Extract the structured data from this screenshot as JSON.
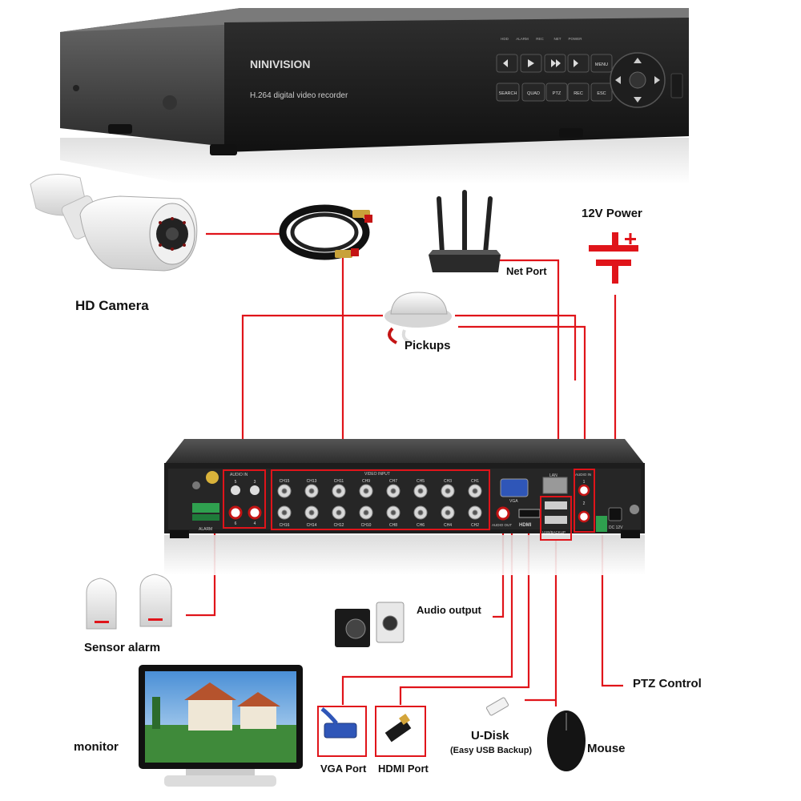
{
  "dvr": {
    "brand": "NINIVISION",
    "subtitle": "H.264 digital video recorder",
    "front_buttons": [
      "SEARCH",
      "QUAD",
      "PTZ",
      "REC",
      "ESC",
      "MENU"
    ],
    "front_leds": [
      "HDD",
      "ALARM",
      "REC",
      "NET",
      "POWER"
    ]
  },
  "rear_panel": {
    "audio_in_left": "AUDIO IN",
    "video_input": "VIDEO INPUT",
    "channels_top": [
      "CH15",
      "CH13",
      "CH11",
      "CH9",
      "CH7",
      "CH5",
      "CH3",
      "CH1"
    ],
    "channels_bottom": [
      "CH16",
      "CH14",
      "CH12",
      "CH10",
      "CH8",
      "CH6",
      "CH4",
      "CH2"
    ],
    "vga": "VGA",
    "hdmi": "HDMI",
    "audio_out": "AUDIO OUT",
    "lan": "LAN",
    "usb_backup": "USB/BACKUP",
    "audio_in_right": "AUDIO IN",
    "dc": "DC 12V",
    "alarm": "ALARM",
    "audio_nums_left": [
      "5",
      "3",
      "6",
      "4"
    ],
    "audio_nums_right": [
      "1",
      "2"
    ]
  },
  "labels": {
    "hd_camera": "HD Camera",
    "power": "12V Power",
    "net_port": "Net Port",
    "pickups": "Pickups",
    "sensor_alarm": "Sensor alarm",
    "audio_output": "Audio output",
    "ptz_control": "PTZ Control",
    "monitor": "monitor",
    "vga_port": "VGA Port",
    "hdmi_port": "HDMI Port",
    "u_disk": "U-Disk",
    "u_disk_note": "(Easy USB Backup)",
    "mouse": "Mouse"
  }
}
